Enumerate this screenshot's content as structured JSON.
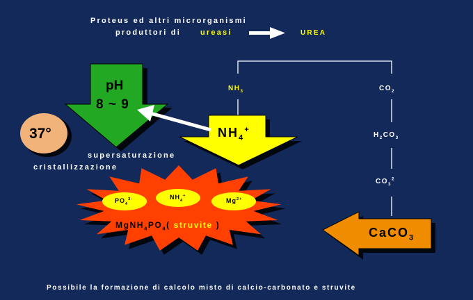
{
  "header": {
    "line1": "Proteus ed altri microrganismi",
    "line2_prefix": "produttori di",
    "line2_highlight": "ureasi",
    "urea": "UREA"
  },
  "left_branch": {
    "nh3": {
      "base": "NH",
      "sub": "3"
    },
    "nh4_arrow": {
      "base": "NH",
      "sub": "4",
      "sup": "+"
    }
  },
  "ph_arrow": {
    "label": "pH",
    "value": "8 ~ 9"
  },
  "temperature": "37°",
  "process": {
    "line1": "supersaturazione",
    "line2": "cristallizzazione"
  },
  "right_branch": {
    "co2": {
      "base": "CO",
      "sub": "2"
    },
    "h2co3": {
      "a": "H",
      "a_sub": "2",
      "b": "CO",
      "b_sub": "3"
    },
    "co3": {
      "base": "CO",
      "sub": "3",
      "sup": "2"
    },
    "caco3": {
      "base": "CaCO",
      "sub": "3"
    }
  },
  "burst": {
    "ions": [
      {
        "base": "PO",
        "sub": "4",
        "sup": "3-"
      },
      {
        "base": "NH",
        "sub": "4",
        "sup": "+"
      },
      {
        "base": "Mg",
        "sup": "2+"
      }
    ],
    "formula": {
      "p1": "MgNH",
      "s1": "4",
      "p2": "PO",
      "s2": "4",
      "open": "( ",
      "name": "struvite",
      "close": " )"
    }
  },
  "footer": "Possibile la formazione di calcolo misto di calcio-carbonato e struvite",
  "colors": {
    "background": "#13295a",
    "ph_arrow": "#22a822",
    "nh4_arrow": "#ffff00",
    "caco3_arrow": "#f08c00",
    "temperature_disc": "#f2b37a",
    "burst": "#ff4000",
    "ion_ellipse": "#ffff00",
    "highlight_text": "#ffff00"
  },
  "icons": [
    "right-arrow-icon",
    "down-arrow-icon",
    "left-arrow-icon"
  ]
}
